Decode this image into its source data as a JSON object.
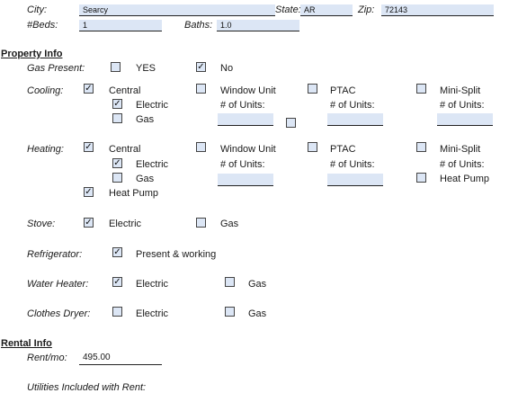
{
  "header": {
    "city_label": "City:",
    "city_value": "Searcy",
    "state_label": "State:",
    "state_value": "AR",
    "zip_label": "Zip:",
    "zip_value": "72143",
    "beds_label": "#Beds:",
    "beds_value": "1",
    "baths_label": "Baths:",
    "baths_value": "1.0"
  },
  "property_info": {
    "title": "Property Info",
    "gas_present": {
      "label": "Gas Present:",
      "yes": "YES",
      "no": "No",
      "yes_checked": false,
      "no_checked": true
    },
    "cooling": {
      "label": "Cooling:",
      "central": "Central",
      "electric": "Electric",
      "gas": "Gas",
      "window_unit": "Window Unit",
      "ptac": "PTAC",
      "mini_split": "Mini-Split",
      "units": "# of Units:"
    },
    "heating": {
      "label": "Heating:",
      "central": "Central",
      "electric": "Electric",
      "gas": "Gas",
      "heat_pump": "Heat Pump",
      "window_unit": "Window Unit",
      "ptac": "PTAC",
      "mini_split": "Mini-Split",
      "units": "# of Units:"
    },
    "stove": {
      "label": "Stove:",
      "electric": "Electric",
      "gas": "Gas"
    },
    "refrigerator": {
      "label": "Refrigerator:",
      "option": "Present & working"
    },
    "water_heater": {
      "label": "Water Heater:",
      "electric": "Electric",
      "gas": "Gas"
    },
    "clothes_dryer": {
      "label": "Clothes Dryer:",
      "electric": "Electric",
      "gas": "Gas"
    }
  },
  "rental_info": {
    "title": "Rental Info",
    "rent_label": "Rent/mo:",
    "rent_value": "495.00",
    "utilities_label": "Utilities Included with Rent:"
  }
}
